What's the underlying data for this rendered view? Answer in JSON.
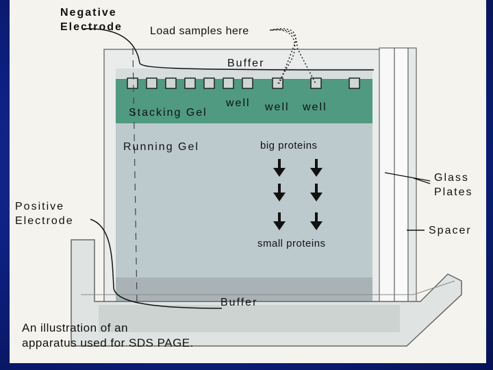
{
  "labels": {
    "negative_electrode": [
      "Negative",
      "Electrode"
    ],
    "load_samples": "Load samples here",
    "buffer_top": "Buffer",
    "stacking_gel": "Stacking Gel",
    "wells": [
      "well",
      "well",
      "well"
    ],
    "running_gel": "Running Gel",
    "big_proteins": "big proteins",
    "small_proteins": "small proteins",
    "glass_plates": [
      "Glass",
      "Plates"
    ],
    "positive_electrode": [
      "Positive",
      "Electrode"
    ],
    "spacer": "Spacer",
    "buffer_bottom": "Buffer"
  },
  "caption": [
    "An illustration of an",
    "apparatus used for SDS PAGE."
  ],
  "colors": {
    "slide_background": "#0d2080",
    "stacking_gel": "#4f9a80",
    "running_gel": "#bcc9cd",
    "glass": "#eef1ef"
  }
}
